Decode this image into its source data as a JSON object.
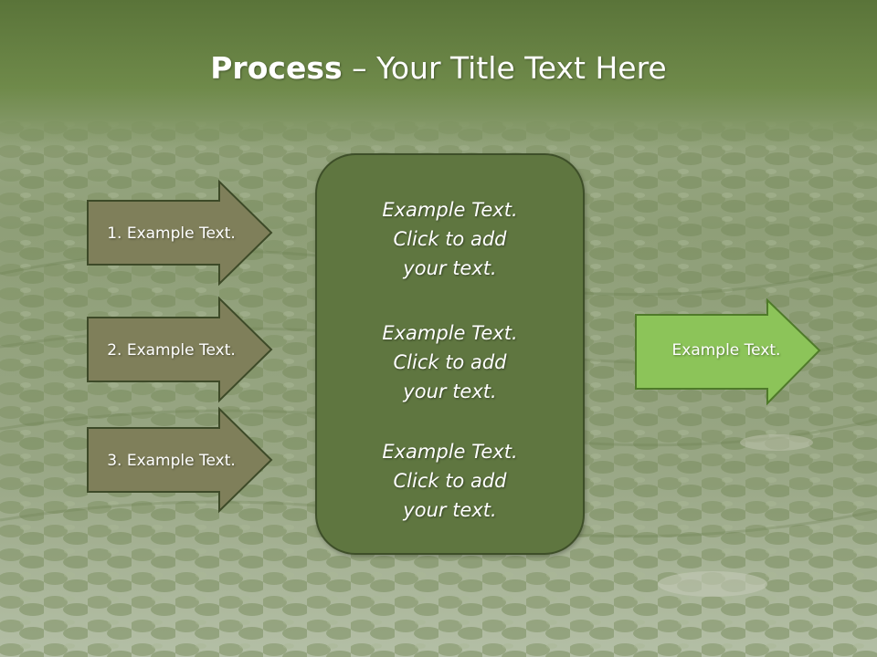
{
  "title": {
    "bold": "Process",
    "rest": " – Your Title Text Here"
  },
  "left_arrows": [
    {
      "label": "1. Example Text."
    },
    {
      "label": "2. Example Text."
    },
    {
      "label": "3. Example Text."
    }
  ],
  "center_blocks": [
    {
      "text": "Example Text.\nClick  to add\nyour text."
    },
    {
      "text": "Example Text.\nClick  to add\nyour text."
    },
    {
      "text": "Example Text.\nClick  to add\nyour text."
    }
  ],
  "right_arrow": {
    "label": "Example Text."
  },
  "colors": {
    "header_band": "#6a8346",
    "left_arrow_fill": "#7f7f5a",
    "left_arrow_stroke": "#3d4a28",
    "center_box_fill": "#5f7640",
    "right_arrow_fill": "#8cc459",
    "right_arrow_stroke": "#4f7a2a"
  }
}
